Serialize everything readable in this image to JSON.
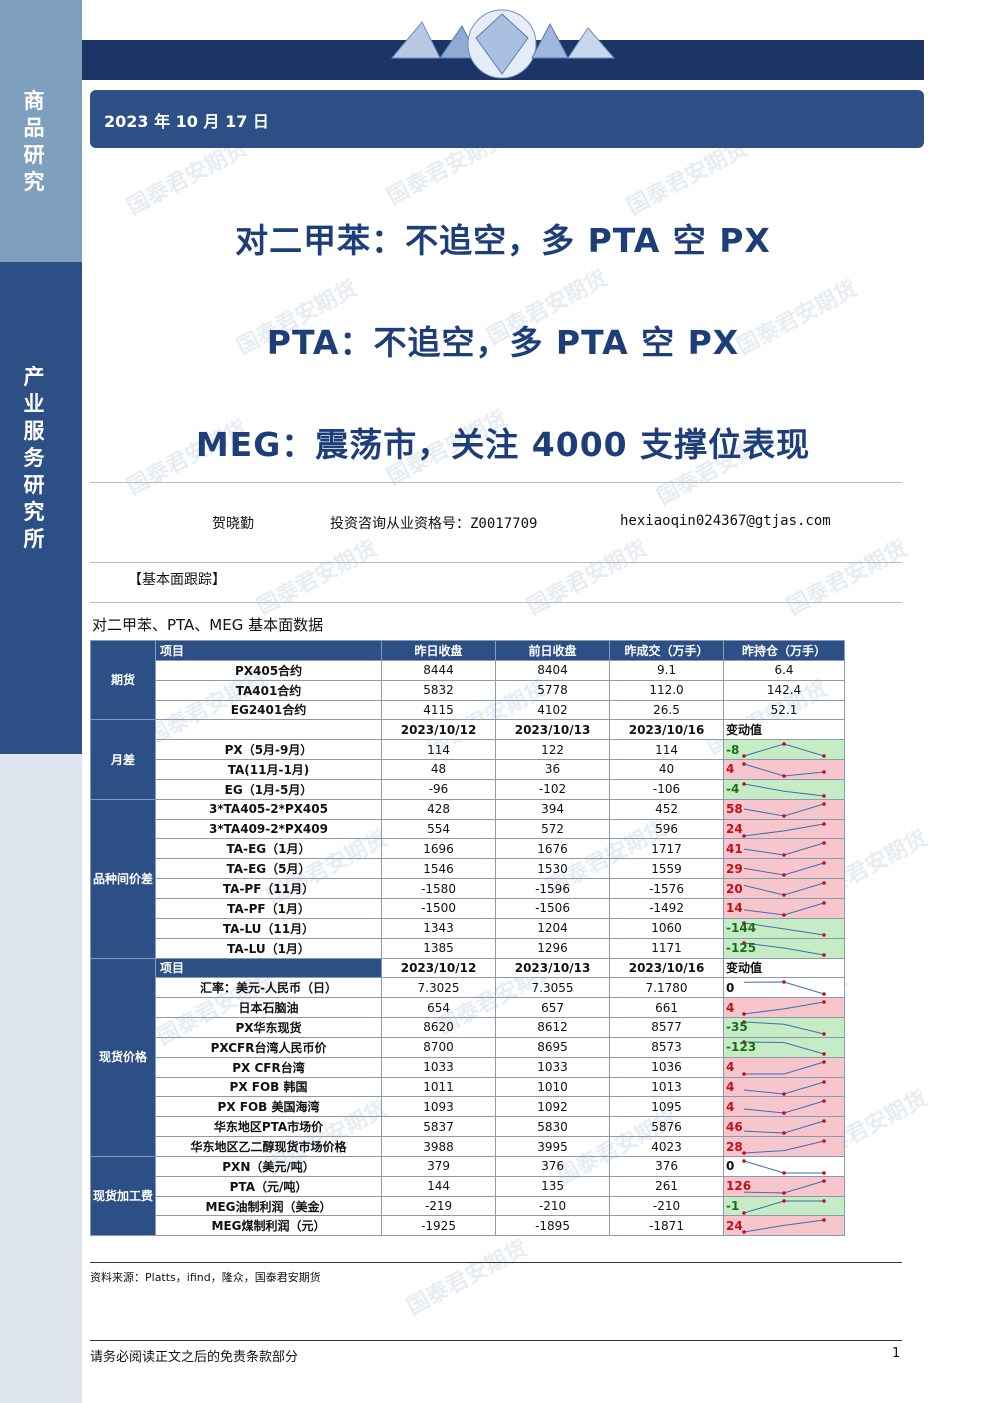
{
  "sidebar": {
    "top_label": "商品研究",
    "mid_label": "产业服务研究所"
  },
  "header": {
    "date": "2023 年 10 月 17 日"
  },
  "titles": [
    "对二甲苯：不追空，多 PTA 空 PX",
    "PTA：不追空，多 PTA 空 PX",
    "MEG：震荡市，关注 4000 支撑位表现"
  ],
  "author": {
    "name": "贺晓勤",
    "license": "投资咨询从业资格号：Z0017709",
    "email": "hexiaoqin024367@gtjas.com"
  },
  "section_title": "【基本面跟踪】",
  "table_caption": "对二甲苯、PTA、MEG 基本面数据",
  "watermark": "国泰君安期货",
  "colors": {
    "navy": "#1d3566",
    "blue": "#2c4f86",
    "red": "#c0101a",
    "green": "#1a6e1a"
  },
  "table": {
    "futures": {
      "category": "期货",
      "headers": [
        "项目",
        "昨日收盘",
        "前日收盘",
        "昨成交（万手）",
        "昨持仓（万手）"
      ],
      "rows": [
        [
          "PX405合约",
          "8444",
          "8404",
          "9.1",
          "6.4"
        ],
        [
          "TA401合约",
          "5832",
          "5778",
          "112.0",
          "142.4"
        ],
        [
          "EG2401合约",
          "4115",
          "4102",
          "26.5",
          "52.1"
        ]
      ]
    },
    "spread_header": [
      "2023/10/12",
      "2023/10/13",
      "2023/10/16",
      "变动值"
    ],
    "monthly": {
      "category": "月差",
      "rows": [
        {
          "item": "PX（5月-9月）",
          "v": [
            "114",
            "122",
            "114"
          ],
          "chg": "-8",
          "s": [
            114,
            122,
            114
          ]
        },
        {
          "item": "TA(11月-1月)",
          "v": [
            "48",
            "36",
            "40"
          ],
          "chg": "4",
          "s": [
            48,
            36,
            40
          ]
        },
        {
          "item": "EG（1月-5月）",
          "v": [
            "-96",
            "-102",
            "-106"
          ],
          "chg": "-4",
          "s": [
            -96,
            -102,
            -106
          ]
        }
      ]
    },
    "variety": {
      "category": "品种间价差",
      "rows": [
        {
          "item": "3*TA405-2*PX405",
          "v": [
            "428",
            "394",
            "452"
          ],
          "chg": "58",
          "s": [
            428,
            394,
            452
          ]
        },
        {
          "item": "3*TA409-2*PX409",
          "v": [
            "554",
            "572",
            "596"
          ],
          "chg": "24",
          "s": [
            554,
            572,
            596
          ]
        },
        {
          "item": "TA-EG（1月）",
          "v": [
            "1696",
            "1676",
            "1717"
          ],
          "chg": "41",
          "s": [
            1696,
            1676,
            1717
          ]
        },
        {
          "item": "TA-EG（5月）",
          "v": [
            "1546",
            "1530",
            "1559"
          ],
          "chg": "29",
          "s": [
            1546,
            1530,
            1559
          ]
        },
        {
          "item": "TA-PF（11月）",
          "v": [
            "-1580",
            "-1596",
            "-1576"
          ],
          "chg": "20",
          "s": [
            -1580,
            -1596,
            -1576
          ]
        },
        {
          "item": "TA-PF（1月）",
          "v": [
            "-1500",
            "-1506",
            "-1492"
          ],
          "chg": "14",
          "s": [
            -1500,
            -1506,
            -1492
          ]
        },
        {
          "item": "TA-LU（11月）",
          "v": [
            "1343",
            "1204",
            "1060"
          ],
          "chg": "-144",
          "s": [
            1343,
            1204,
            1060
          ]
        },
        {
          "item": "TA-LU（1月）",
          "v": [
            "1385",
            "1296",
            "1171"
          ],
          "chg": "-125",
          "s": [
            1385,
            1296,
            1171
          ]
        }
      ]
    },
    "spot": {
      "category": "现货价格",
      "header": [
        "项目",
        "2023/10/12",
        "2023/10/13",
        "2023/10/16",
        "变动值"
      ],
      "rows": [
        {
          "item": "汇率：美元-人民币（日）",
          "v": [
            "7.3025",
            "7.3055",
            "7.1780"
          ],
          "chg": "0",
          "s": [
            7.3025,
            7.3055,
            7.178
          ]
        },
        {
          "item": "日本石脑油",
          "v": [
            "654",
            "657",
            "661"
          ],
          "chg": "4",
          "s": [
            654,
            657,
            661
          ]
        },
        {
          "item": "PX华东现货",
          "v": [
            "8620",
            "8612",
            "8577"
          ],
          "chg": "-35",
          "s": [
            8620,
            8612,
            8577
          ]
        },
        {
          "item": "PXCFR台湾人民币价",
          "v": [
            "8700",
            "8695",
            "8573"
          ],
          "chg": "-123",
          "s": [
            8700,
            8695,
            8573
          ]
        },
        {
          "item": "PX CFR台湾",
          "v": [
            "1033",
            "1033",
            "1036"
          ],
          "chg": "4",
          "s": [
            1033,
            1033,
            1036
          ]
        },
        {
          "item": "PX FOB 韩国",
          "v": [
            "1011",
            "1010",
            "1013"
          ],
          "chg": "4",
          "s": [
            1011,
            1010,
            1013
          ]
        },
        {
          "item": "PX FOB 美国海湾",
          "v": [
            "1093",
            "1092",
            "1095"
          ],
          "chg": "4",
          "s": [
            1093,
            1092,
            1095
          ]
        },
        {
          "item": "华东地区PTA市场价",
          "v": [
            "5837",
            "5830",
            "5876"
          ],
          "chg": "46",
          "s": [
            5837,
            5830,
            5876
          ]
        },
        {
          "item": "华东地区乙二醇现货市场价格",
          "v": [
            "3988",
            "3995",
            "4023"
          ],
          "chg": "28",
          "s": [
            3988,
            3995,
            4023
          ]
        }
      ]
    },
    "processing": {
      "category": "现货加工费",
      "rows": [
        {
          "item": "PXN（美元/吨）",
          "v": [
            "379",
            "376",
            "376"
          ],
          "chg": "0",
          "s": [
            379,
            376,
            376
          ]
        },
        {
          "item": "PTA（元/吨）",
          "v": [
            "144",
            "135",
            "261"
          ],
          "chg": "126",
          "s": [
            144,
            135,
            261
          ]
        },
        {
          "item": "MEG油制利润（美金）",
          "v": [
            "-219",
            "-210",
            "-210"
          ],
          "chg": "-1",
          "s": [
            -219,
            -210,
            -210
          ]
        },
        {
          "item": "MEG煤制利润（元）",
          "v": [
            "-1925",
            "-1895",
            "-1871"
          ],
          "chg": "24",
          "s": [
            -1925,
            -1895,
            -1871
          ]
        }
      ]
    }
  },
  "source_note": "资料来源：Platts，ifind，隆众，国泰君安期货",
  "footer": {
    "disclaimer": "请务必阅读正文之后的免责条款部分",
    "page": "1"
  }
}
